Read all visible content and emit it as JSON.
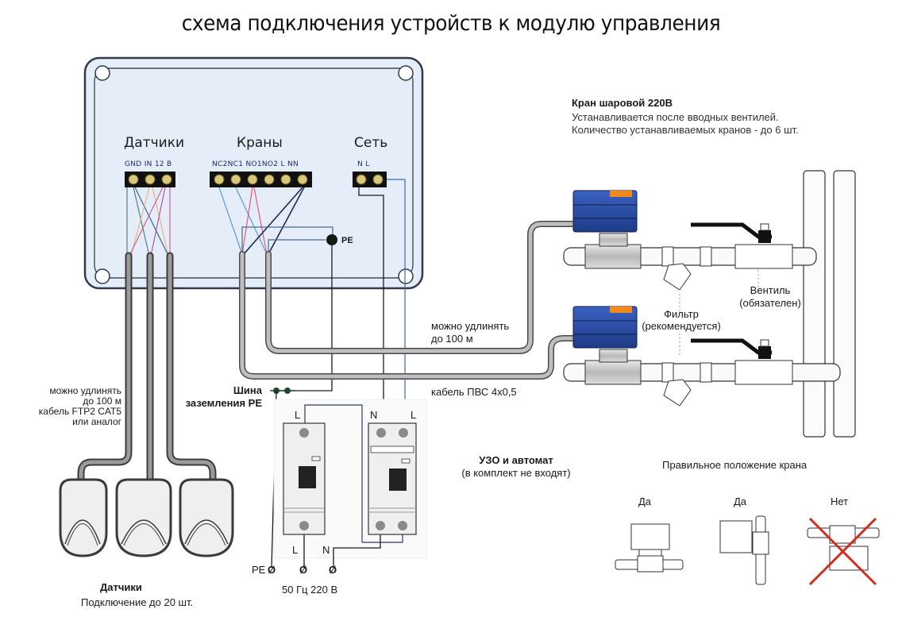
{
  "title": "схема подключения устройств к модулю управления",
  "module": {
    "groups": [
      {
        "name": "Датчики",
        "terminals": [
          "GND",
          "IN",
          "12 В"
        ]
      },
      {
        "name": "Краны",
        "terminals": [
          "NC2",
          "NC1",
          "NO1",
          "NO2",
          "L",
          "NN"
        ]
      },
      {
        "name": "Сеть",
        "terminals": [
          "N",
          "L"
        ]
      }
    ],
    "terminal_labels": {
      "sensors": "GND  IN  12 В",
      "valves": "NC2NC1  NO1NO2   L    NN",
      "network": "N    L"
    },
    "pe_label": "PE",
    "colors": {
      "body": "#e4edf8",
      "border": "#3a4a5c",
      "terminal_block": "#111111"
    }
  },
  "valve_info": {
    "title": "Кран шаровой 220В",
    "line1": "Устанавливается после вводных вентилей.",
    "line2": "Количество устанавливаемых кранов - до 6 шт."
  },
  "annotations": {
    "extend_valve_1": "можно удлинять",
    "extend_valve_2": "до 100 м",
    "cable_pvs": "кабель ПВС 4х0,5",
    "filter_1": "Фильтр",
    "filter_2": "(рекомендуется)",
    "ventil_1": "Вентиль",
    "ventil_2": "(обязателен)",
    "sensor_cable_1": "можно удлинять",
    "sensor_cable_2": "до 100 м",
    "sensor_cable_3": "кабель FTP2 CAT5",
    "sensor_cable_4": "или аналог",
    "pe_bus_1": "Шина",
    "pe_bus_2": "заземления PE"
  },
  "breakers": {
    "title": "УЗО и автомат",
    "subtitle": "(в комплект не входят)",
    "labels": {
      "top_left_L": "L",
      "top_N": "N",
      "top_L": "L",
      "bottom_L": "L",
      "bottom_N": "N"
    }
  },
  "supply": {
    "pe": "PE",
    "symbol": "Ø",
    "caption": "50 Гц  220 В"
  },
  "sensors": {
    "title": "Датчики",
    "subtitle": "Подключение до 20 шт.",
    "count_shown": 3
  },
  "orientation": {
    "title": "Правильное положение крана",
    "options": [
      {
        "label": "Да",
        "correct": true
      },
      {
        "label": "Да",
        "correct": true
      },
      {
        "label": "Нет",
        "correct": false
      }
    ],
    "colors": {
      "cross": "#d42a20"
    }
  },
  "valve_colors": {
    "actuator": "#2b4fa8",
    "lever_tab": "#f08a1c",
    "pipe": "#f4f4f4"
  }
}
